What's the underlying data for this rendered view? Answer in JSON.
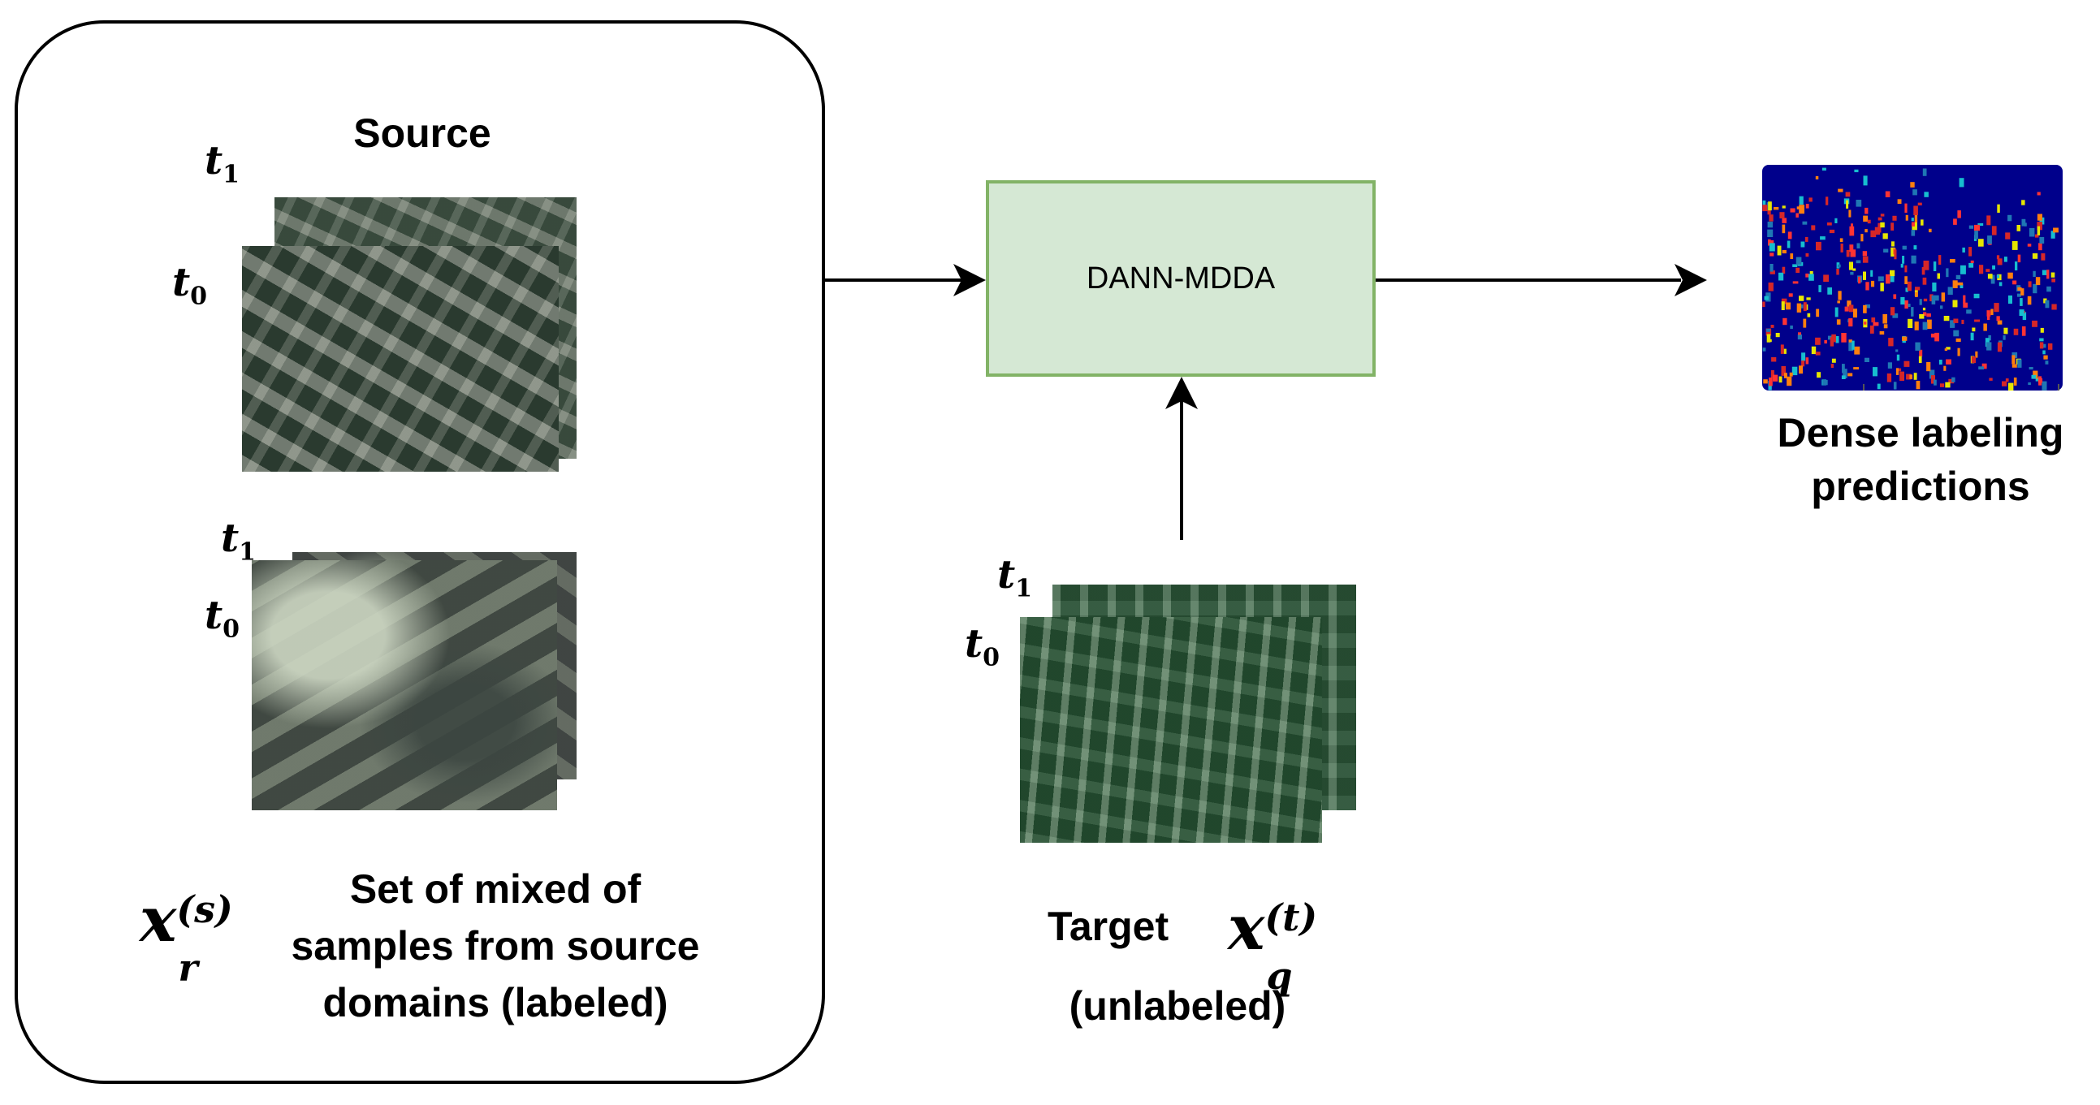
{
  "source_panel": {
    "title": "Source",
    "sample_a": {
      "label_t1": "t",
      "label_t1_sub": "1",
      "label_t0": "t",
      "label_t0_sub": "0"
    },
    "sample_b": {
      "label_t1": "t",
      "label_t1_sub": "1",
      "label_t0": "t",
      "label_t0_sub": "0"
    },
    "symbol": {
      "base": "x",
      "sub": "r",
      "sup": "(s)"
    },
    "caption_lines": [
      "Set of mixed of",
      "samples from source",
      "domains (labeled)"
    ]
  },
  "model_box": {
    "label": "DANN-MDDA",
    "fill": "#d5e8d4",
    "border": "#82b366"
  },
  "target_panel": {
    "label_t1": "t",
    "label_t1_sub": "1",
    "label_t0": "t",
    "label_t0_sub": "0",
    "title": "Target",
    "symbol": {
      "base": "x",
      "sub": "q",
      "sup": "(t)"
    },
    "subtitle": "(unlabeled)"
  },
  "output": {
    "caption_lines": [
      "Dense labeling",
      "predictions"
    ],
    "background_color": "#00008b"
  }
}
